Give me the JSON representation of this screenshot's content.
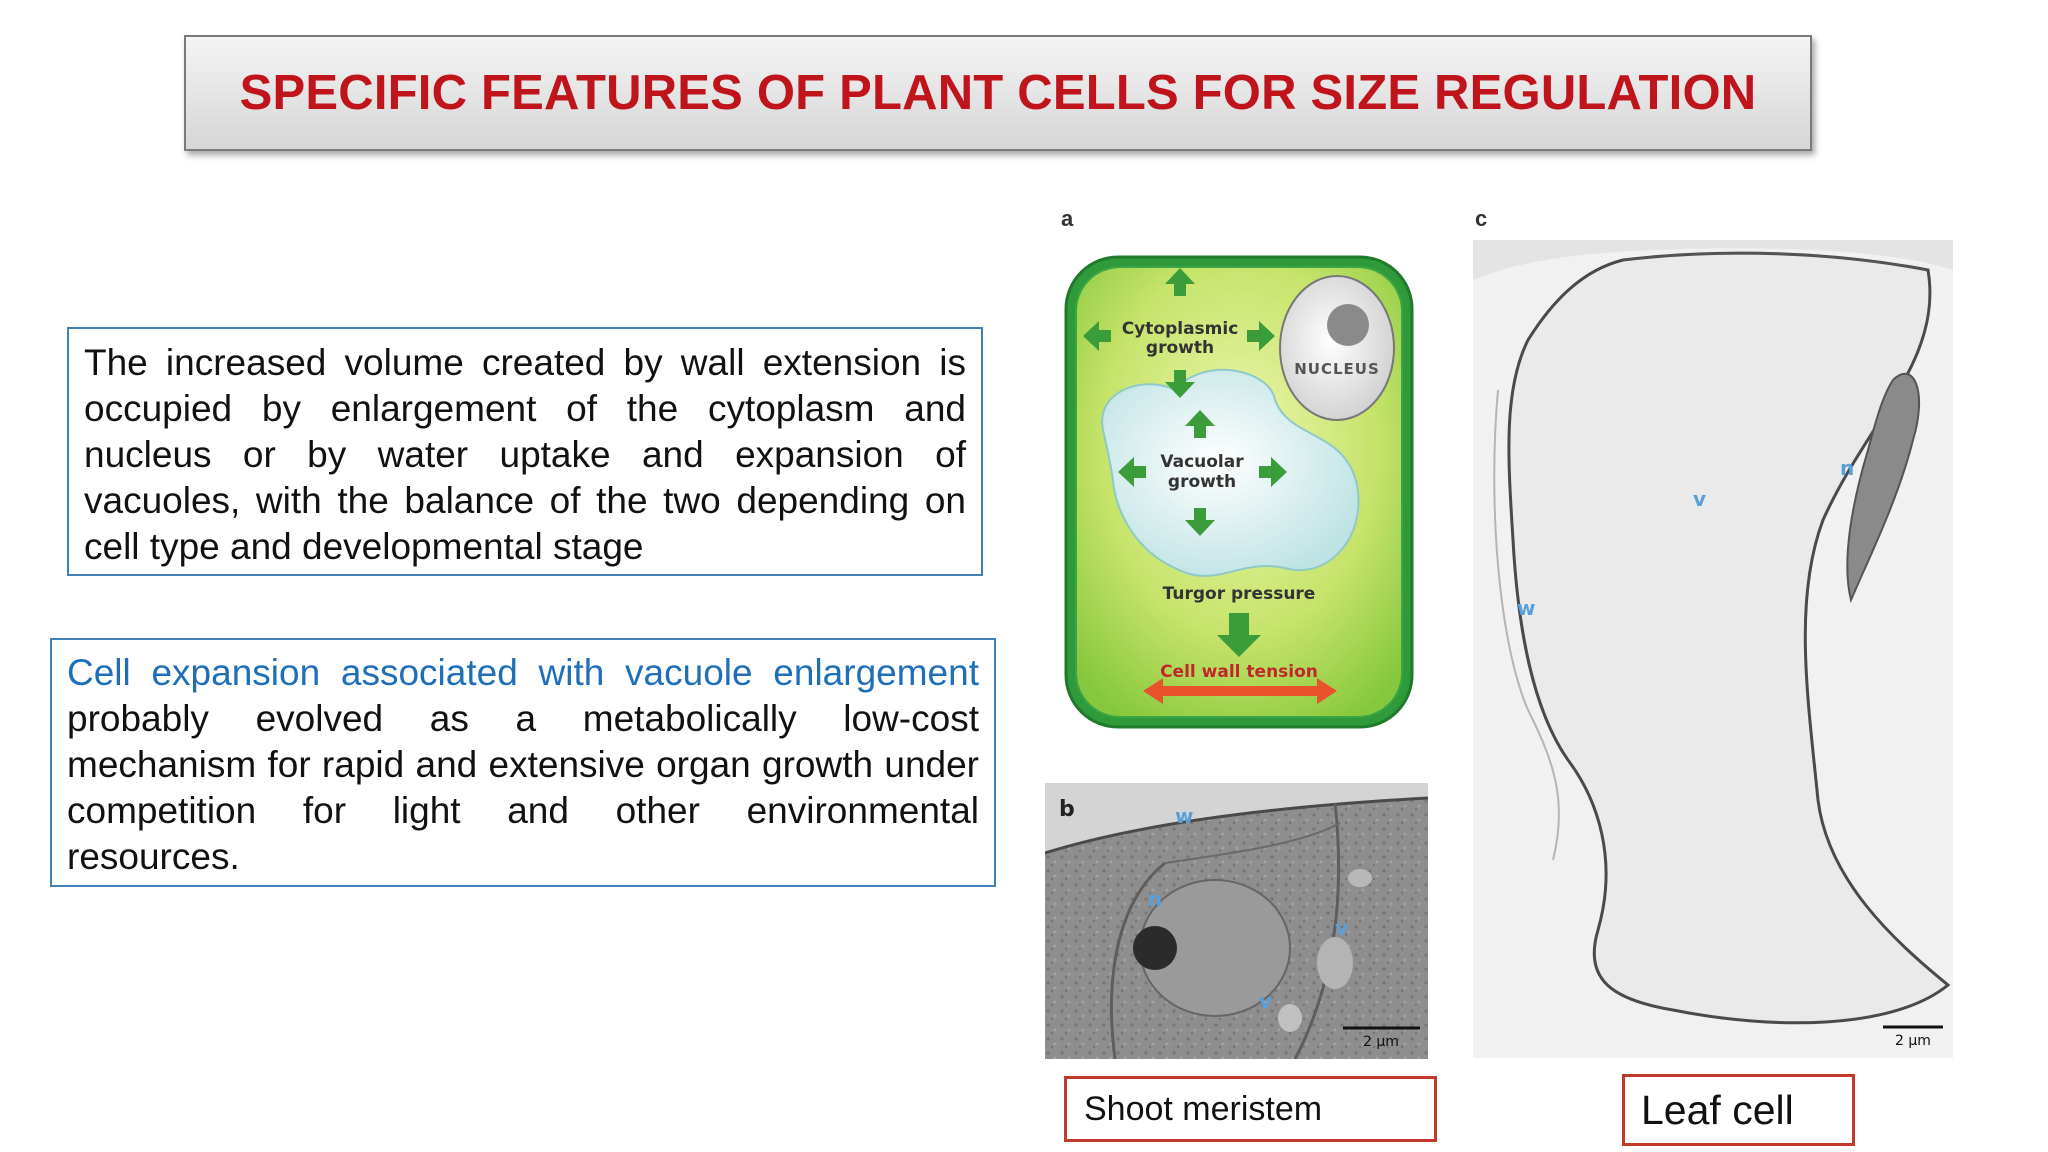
{
  "title": "SPECIFIC FEATURES OF PLANT CELLS FOR SIZE REGULATION",
  "box1": {
    "text": "The increased volume created by wall extension is occupied by enlargement of the cytoplasm and nucleus or by water uptake and expansion of vacuoles, with the balance of the two depending on cell type and developmental stage"
  },
  "box2": {
    "highlight": "Cell expansion associated with vacuole enlargement",
    "text": " probably evolved as a metabolically low-cost mechanism for rapid and extensive organ growth under competition for light and other environmental resources."
  },
  "figure": {
    "panel_a": {
      "letter": "a",
      "cytoplasmic": [
        "Cytoplasmic",
        "growth"
      ],
      "nucleus": "NUCLEUS",
      "vacuolar": [
        "Vacuolar",
        "growth"
      ],
      "turgor": "Turgor pressure",
      "wall_tension": "Cell wall tension"
    },
    "panel_b": {
      "letter": "b",
      "labels": {
        "w": "w",
        "n": "n",
        "v1": "v",
        "v2": "v"
      },
      "scale": "2 µm"
    },
    "panel_c": {
      "letter": "c",
      "labels": {
        "v": "v",
        "n": "n",
        "w": "w"
      },
      "scale": "2 µm"
    }
  },
  "captions": {
    "shoot": "Shoot meristem",
    "leaf": "Leaf cell"
  },
  "colors": {
    "title": "#c0141c",
    "box_border": "#3e80b8",
    "highlight_text": "#1f6fb8",
    "caption_border": "#c0392b"
  }
}
